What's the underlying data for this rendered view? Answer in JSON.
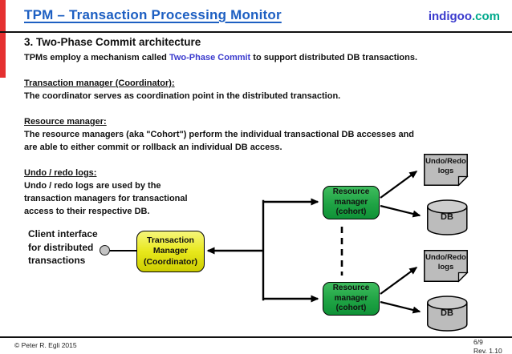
{
  "slide": {
    "header": {
      "title": "TPM – Transaction Processing Monitor",
      "brand": {
        "name": "indigoo",
        "tld": ".com"
      }
    },
    "content": {
      "section_title": "3. Two-Phase Commit architecture",
      "intro": {
        "pre": "TPMs employ a mechanism called ",
        "highlight": "Two-Phase Commit",
        "post": " to support distributed DB transactions."
      },
      "blocks": [
        {
          "heading": "Transaction manager (Coordinator):",
          "lines": [
            "The coordinator serves as coordination point in the distributed transaction."
          ]
        },
        {
          "heading": "Resource manager:",
          "lines": [
            "The resource managers (aka \"Cohort\") perform the individual transactional DB accesses and",
            "are able to either commit or rollback an individual DB access."
          ]
        },
        {
          "heading": "Undo / redo logs:",
          "lines": [
            "Undo / redo logs are used by the",
            "transaction managers for transactional",
            "access to their  respective DB."
          ]
        }
      ]
    },
    "diagram": {
      "client_label": [
        "Client interface",
        "for distributed",
        "transactions"
      ],
      "transaction_manager": [
        "Transaction",
        "Manager",
        "(Coordinator)"
      ],
      "resource_manager": [
        "Resource",
        "manager",
        "(cohort)"
      ],
      "logs": [
        "Undo/Redo",
        "logs"
      ],
      "db": "DB"
    },
    "footer": {
      "copyright": "© Peter R. Egli 2015",
      "page": "6/9",
      "revision": "Rev. 1.10"
    },
    "colors": {
      "title_blue": "#1d5fc2",
      "brand_indigo": "#3a3acd",
      "brand_teal": "#00a98c",
      "highlight_blue": "#3a3acd",
      "tm_yellow": "#e8e81c",
      "rm_green": "#1fa344",
      "shape_gray": "#bcbcbc",
      "accent_red": "#e53030"
    }
  }
}
